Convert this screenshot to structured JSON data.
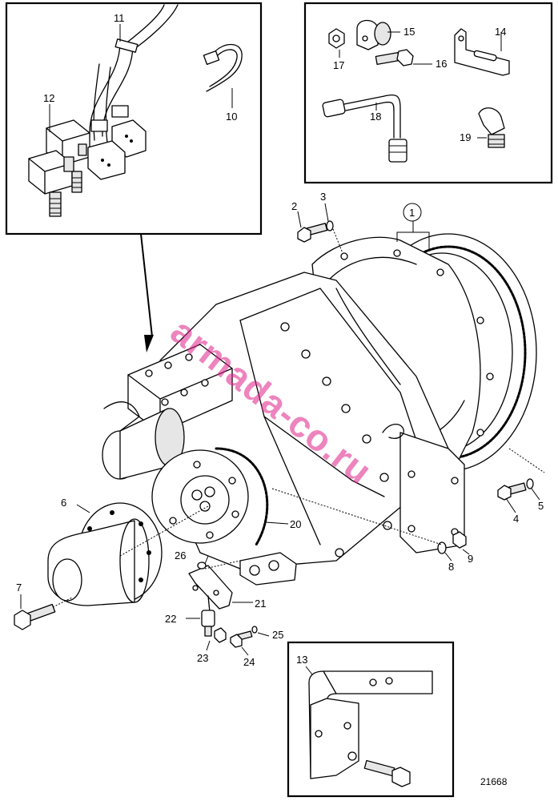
{
  "diagram": {
    "drawing_number": "21668",
    "watermark": "armada-co.ru",
    "callouts": {
      "c1": "1",
      "c2": "2",
      "c3": "3",
      "c4": "4",
      "c5": "5",
      "c6": "6",
      "c7": "7",
      "c8": "8",
      "c9": "9",
      "c10": "10",
      "c11": "11",
      "c12": "12",
      "c13": "13",
      "c14": "14",
      "c15": "15",
      "c16": "16",
      "c17": "17",
      "c18": "18",
      "c19": "19",
      "c20": "20",
      "c21": "21",
      "c22": "22",
      "c23": "23",
      "c24": "24",
      "c25": "25",
      "c26": "26"
    }
  }
}
